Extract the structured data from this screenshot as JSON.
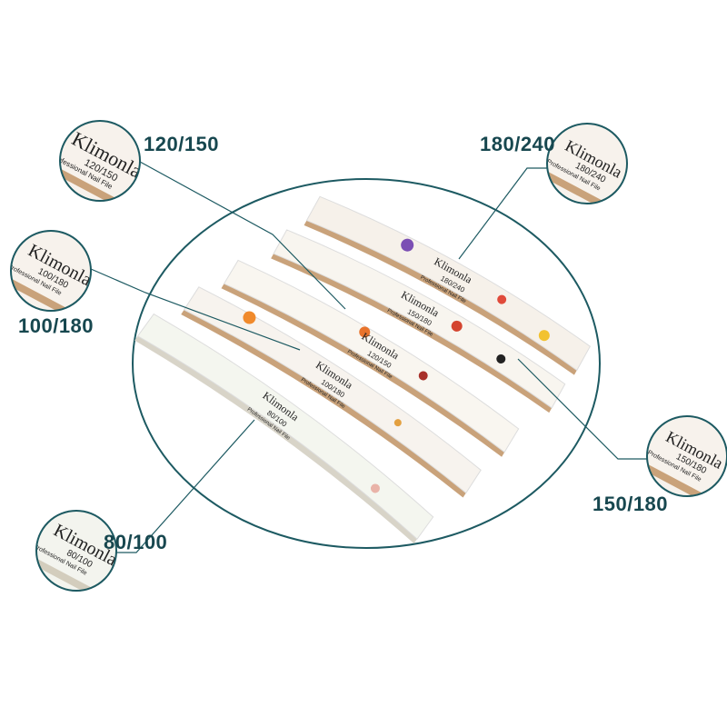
{
  "brand": "Klimonla",
  "tagline": "Professional Nail File",
  "colors": {
    "accent": "#1d5a62",
    "file_base": "#f6f1ea",
    "file_edge": "#c9a27a"
  },
  "files": [
    {
      "grit": "180/240"
    },
    {
      "grit": "150/180"
    },
    {
      "grit": "120/150"
    },
    {
      "grit": "100/180"
    },
    {
      "grit": "80/100"
    }
  ],
  "callouts": [
    {
      "label": "120/150"
    },
    {
      "label": "180/240"
    },
    {
      "label": "100/180"
    },
    {
      "label": "150/180"
    },
    {
      "label": "80/100"
    }
  ]
}
